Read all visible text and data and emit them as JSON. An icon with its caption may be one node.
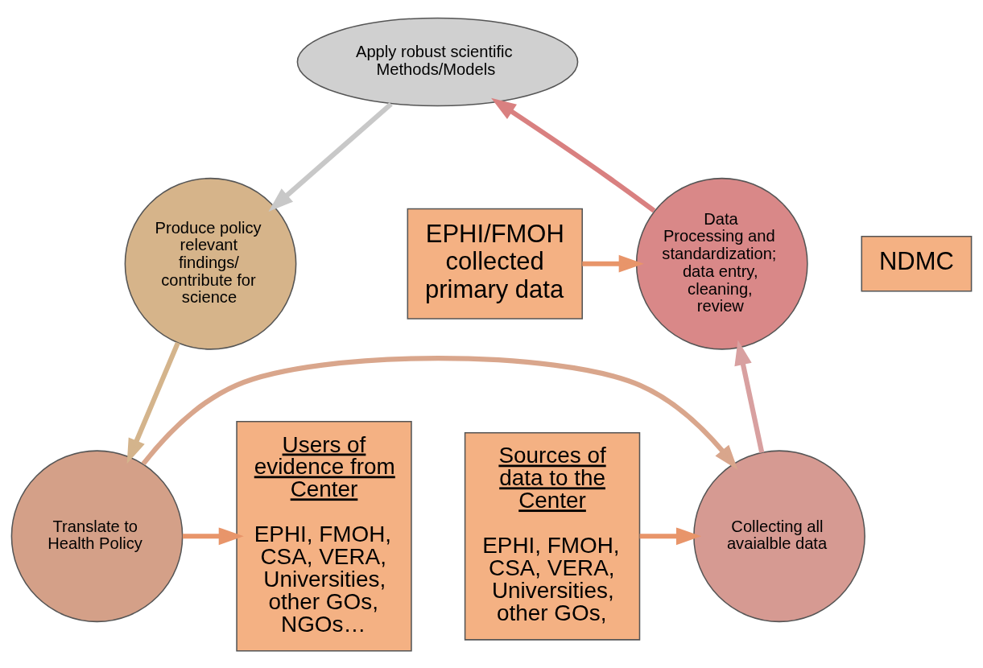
{
  "diagram": {
    "nodes": [
      {
        "text": [
          "Apply robust scientific Methods/Models"
        ]
      },
      {
        "text": [
          "Produce policy relevant findings/ contribute for science"
        ]
      },
      {
        "text": [
          "Translate to Health Policy"
        ]
      },
      {
        "text": [
          "Collecting all avaialble data"
        ]
      },
      {
        "text": [
          "Data Processing and standardization; data entry, cleaning, review"
        ]
      },
      {
        "text": [
          "NDMC"
        ]
      },
      {
        "text": [
          "EPHI/FMOH collected primary data"
        ]
      },
      {
        "text": [
          "Sources of data to the Center",
          "EPHI, FMOH, CSA, VERA, Universities, other GOs,"
        ]
      },
      {
        "text": [
          "Users of evidence from Center",
          "EPHI, FMOH, CSA, VERA, Universities, other GOs, NGOs…"
        ]
      }
    ],
    "edges": [
      {
        "from": 4,
        "to": 0,
        "arrow": "to",
        "color": "#d98080"
      },
      {
        "from": 0,
        "to": 1,
        "arrow": "to",
        "color": "#c8c8c8"
      },
      {
        "from": 1,
        "to": 2,
        "arrow": "to",
        "color": "#d4b48c"
      },
      {
        "from": 2,
        "to": 3,
        "arrow": "to",
        "color": "#d9a68c"
      },
      {
        "from": 3,
        "to": 4,
        "arrow": "to",
        "color": "#d8a0a0"
      },
      {
        "from": 6,
        "to": 4,
        "arrow": "to"
      },
      {
        "from": 7,
        "to": 3,
        "arrow": "to"
      },
      {
        "from": 2,
        "to": 8,
        "arrow": "to"
      }
    ]
  }
}
